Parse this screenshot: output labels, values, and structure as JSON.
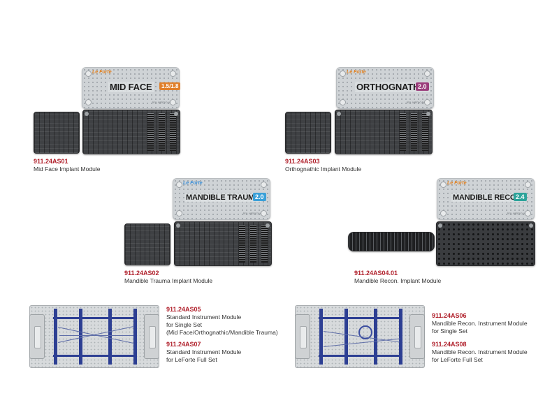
{
  "colors": {
    "code_red": "#b0202b",
    "brand_orange": "#e1801f",
    "brand_blue": "#3d8fd6",
    "badge_orange": "#e07f2b",
    "badge_purple": "#9a3d7b",
    "badge_blue": "#3aa0d8",
    "badge_teal": "#2ca39a",
    "rack_blue": "#2d3f93"
  },
  "lids": {
    "mid_face": {
      "brand": "Le Forte",
      "plate": "MID FACE",
      "size": "1.5/1.8",
      "mfr": "JEIL MEDICAL"
    },
    "orthognathic": {
      "brand": "Le Forte",
      "plate": "ORTHOGNATHIC",
      "size": "2.0",
      "mfr": "JEIL MEDICAL"
    },
    "mandible_trauma": {
      "brand": "Le Forte",
      "plate": "MANDIBLE TRAUMA",
      "size": "2.0",
      "mfr": "JEIL MEDICAL"
    },
    "mandible_recon": {
      "brand": "Le Forte",
      "plate": "MANDIBLE RECON.",
      "size": "2.4",
      "mfr": "JEIL MEDICAL"
    }
  },
  "products": {
    "p1": {
      "code": "911.24AS01",
      "desc": "Mid Face Implant Module"
    },
    "p2": {
      "code": "911.24AS03",
      "desc": "Orthognathic Implant Module"
    },
    "p3": {
      "code": "911.24AS02",
      "desc": "Mandible Trauma Implant Module"
    },
    "p4": {
      "code": "911.24AS04.01",
      "desc": "Mandible Recon. Implant Module"
    },
    "p5": {
      "code": "911.24AS05",
      "lines": [
        "Standard Instrument Module",
        "for Single Set",
        "(Mid Face/Orthognathic/Mandible Trauma)"
      ]
    },
    "p6": {
      "code": "911.24AS07",
      "lines": [
        "Standard Instrument Module",
        "for LeForte Full Set"
      ]
    },
    "p7": {
      "code": "911.24AS06",
      "lines": [
        "Mandible Recon. Instrument Module",
        "for Single Set"
      ]
    },
    "p8": {
      "code": "911.24AS08",
      "lines": [
        "Mandible Recon. Instrument Module",
        "for LeForte Full Set"
      ]
    }
  }
}
